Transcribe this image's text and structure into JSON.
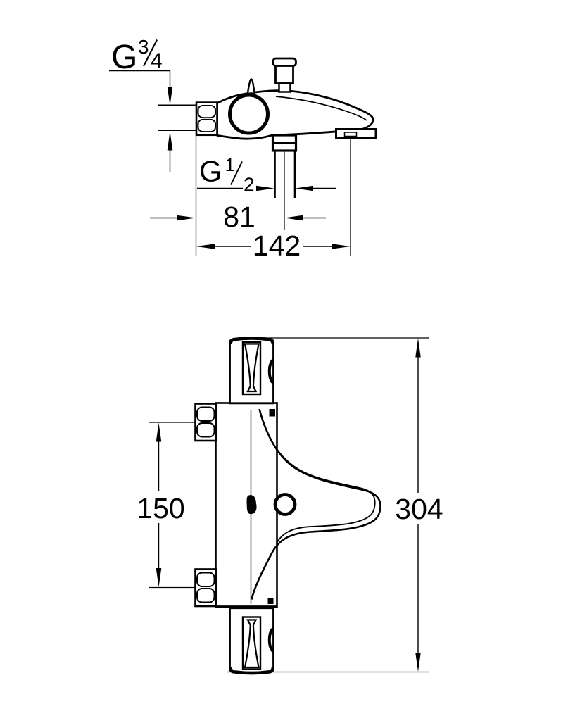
{
  "colors": {
    "ink": "#000000",
    "paper": "#ffffff"
  },
  "labels": {
    "g34": {
      "full": "G 3/4",
      "g": "G",
      "num": "3",
      "slash": "/",
      "den": "4"
    },
    "g12": {
      "full": "G 1/2",
      "g": "G",
      "num": "1",
      "slash": "/",
      "den": "2"
    },
    "d81": "81",
    "d142": "142",
    "d150": "150",
    "d304": "304"
  }
}
